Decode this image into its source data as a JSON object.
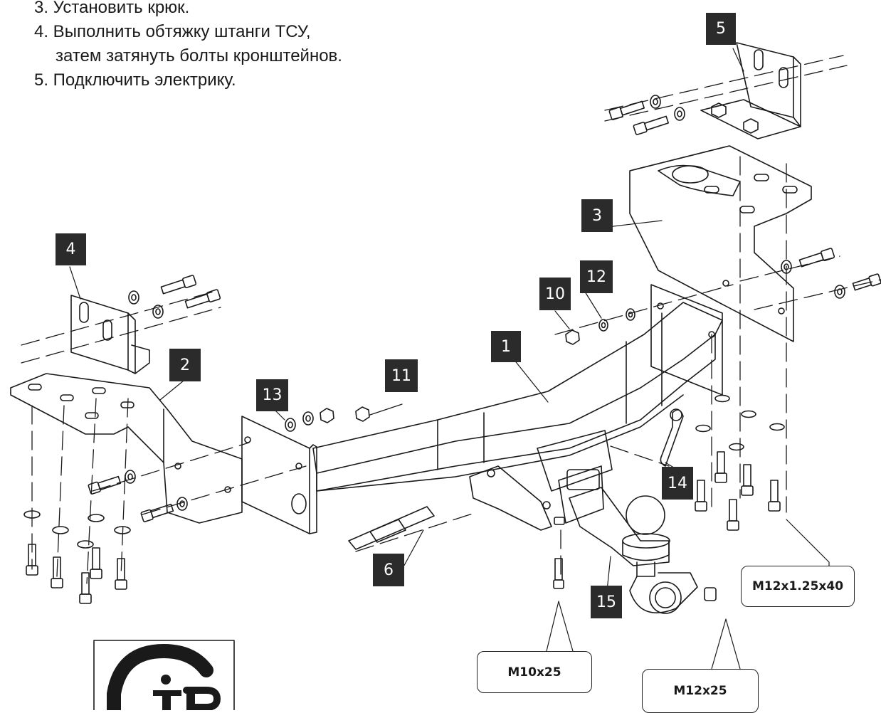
{
  "instructions": {
    "step3": "3. Установить крюк.",
    "step4a": "4. Выполнить обтяжку штанги ТСУ,",
    "step4b": "затем затянуть болты кронштейнов.",
    "step5": "5. Подключить электрику."
  },
  "callouts": {
    "c1": "1",
    "c2": "2",
    "c3": "3",
    "c4": "4",
    "c5": "5",
    "c6": "6",
    "c10": "10",
    "c11": "11",
    "c12": "12",
    "c13": "13",
    "c14": "14",
    "c15": "15"
  },
  "fasteners": {
    "m12x1_25x40": "M12x1.25x40",
    "m10x25": "M10x25",
    "m12x25": "M12x25"
  },
  "logo": {
    "name": "certification-mark-ТР"
  }
}
